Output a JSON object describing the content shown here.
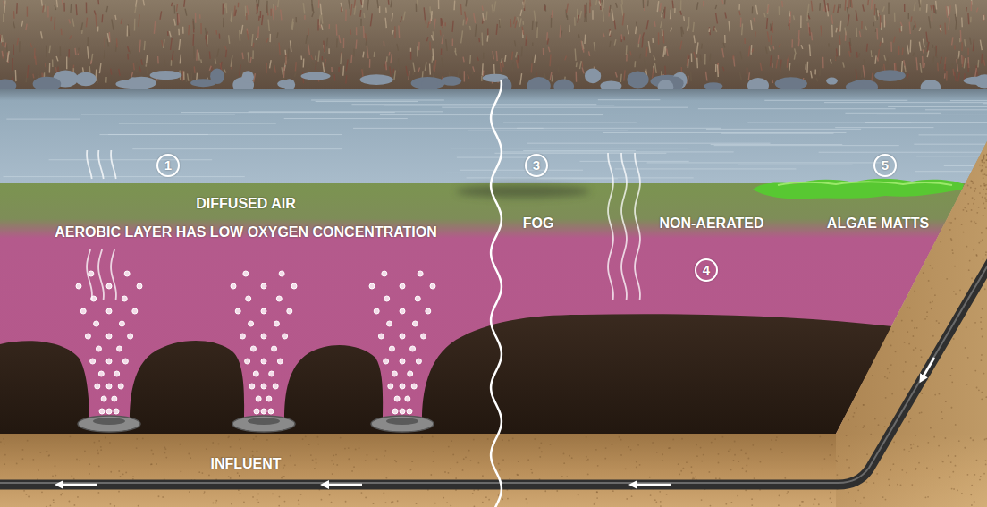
{
  "diagram": {
    "labels": [
      "1",
      "DIFFUSED AIR",
      "AEROBIC LAYER HAS LOW OXYGEN CONCENTRATION",
      "3",
      "FOG",
      "NON-AERATED",
      "5",
      "ALGAE MATTS",
      "4",
      "INFLUENT"
    ]
  }
}
